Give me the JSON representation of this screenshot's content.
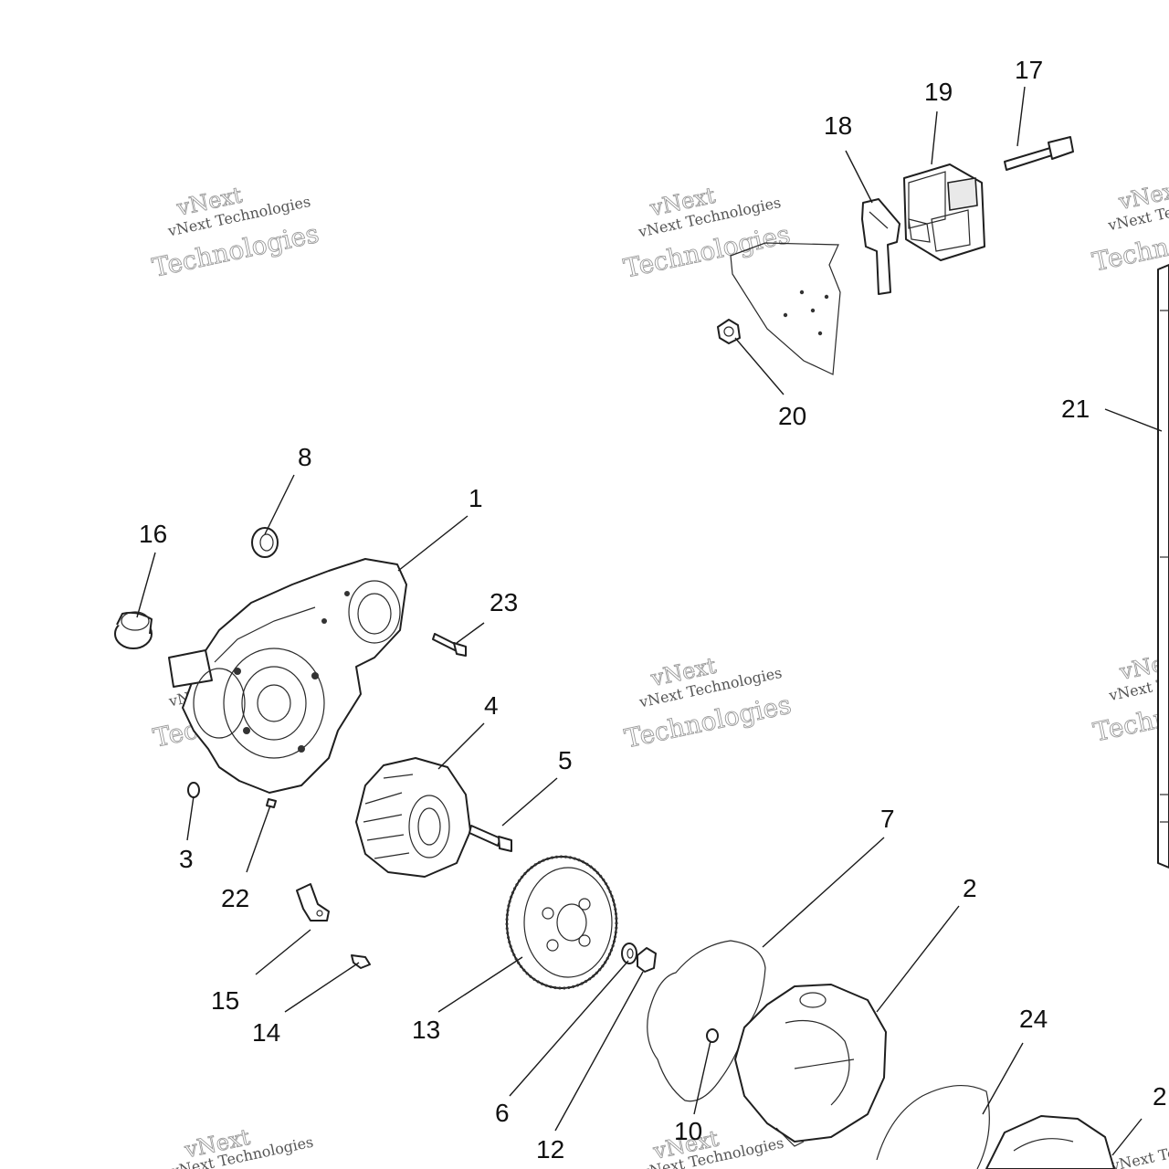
{
  "watermark": {
    "brand": "vNext",
    "company": "Technologies",
    "line": "vNext Technologies"
  },
  "callouts": [
    {
      "id": "1",
      "text": "1"
    },
    {
      "id": "2",
      "text": "2"
    },
    {
      "id": "3",
      "text": "3"
    },
    {
      "id": "4",
      "text": "4"
    },
    {
      "id": "5",
      "text": "5"
    },
    {
      "id": "6",
      "text": "6"
    },
    {
      "id": "7",
      "text": "7"
    },
    {
      "id": "8",
      "text": "8"
    },
    {
      "id": "10",
      "text": "10"
    },
    {
      "id": "12",
      "text": "12"
    },
    {
      "id": "13",
      "text": "13"
    },
    {
      "id": "14",
      "text": "14"
    },
    {
      "id": "15",
      "text": "15"
    },
    {
      "id": "16",
      "text": "16"
    },
    {
      "id": "17",
      "text": "17"
    },
    {
      "id": "18",
      "text": "18"
    },
    {
      "id": "19",
      "text": "19"
    },
    {
      "id": "20",
      "text": "20"
    },
    {
      "id": "21",
      "text": "21"
    },
    {
      "id": "22",
      "text": "22"
    },
    {
      "id": "23",
      "text": "23"
    },
    {
      "id": "24",
      "text": "24"
    },
    {
      "id": "25",
      "text": "2"
    }
  ]
}
